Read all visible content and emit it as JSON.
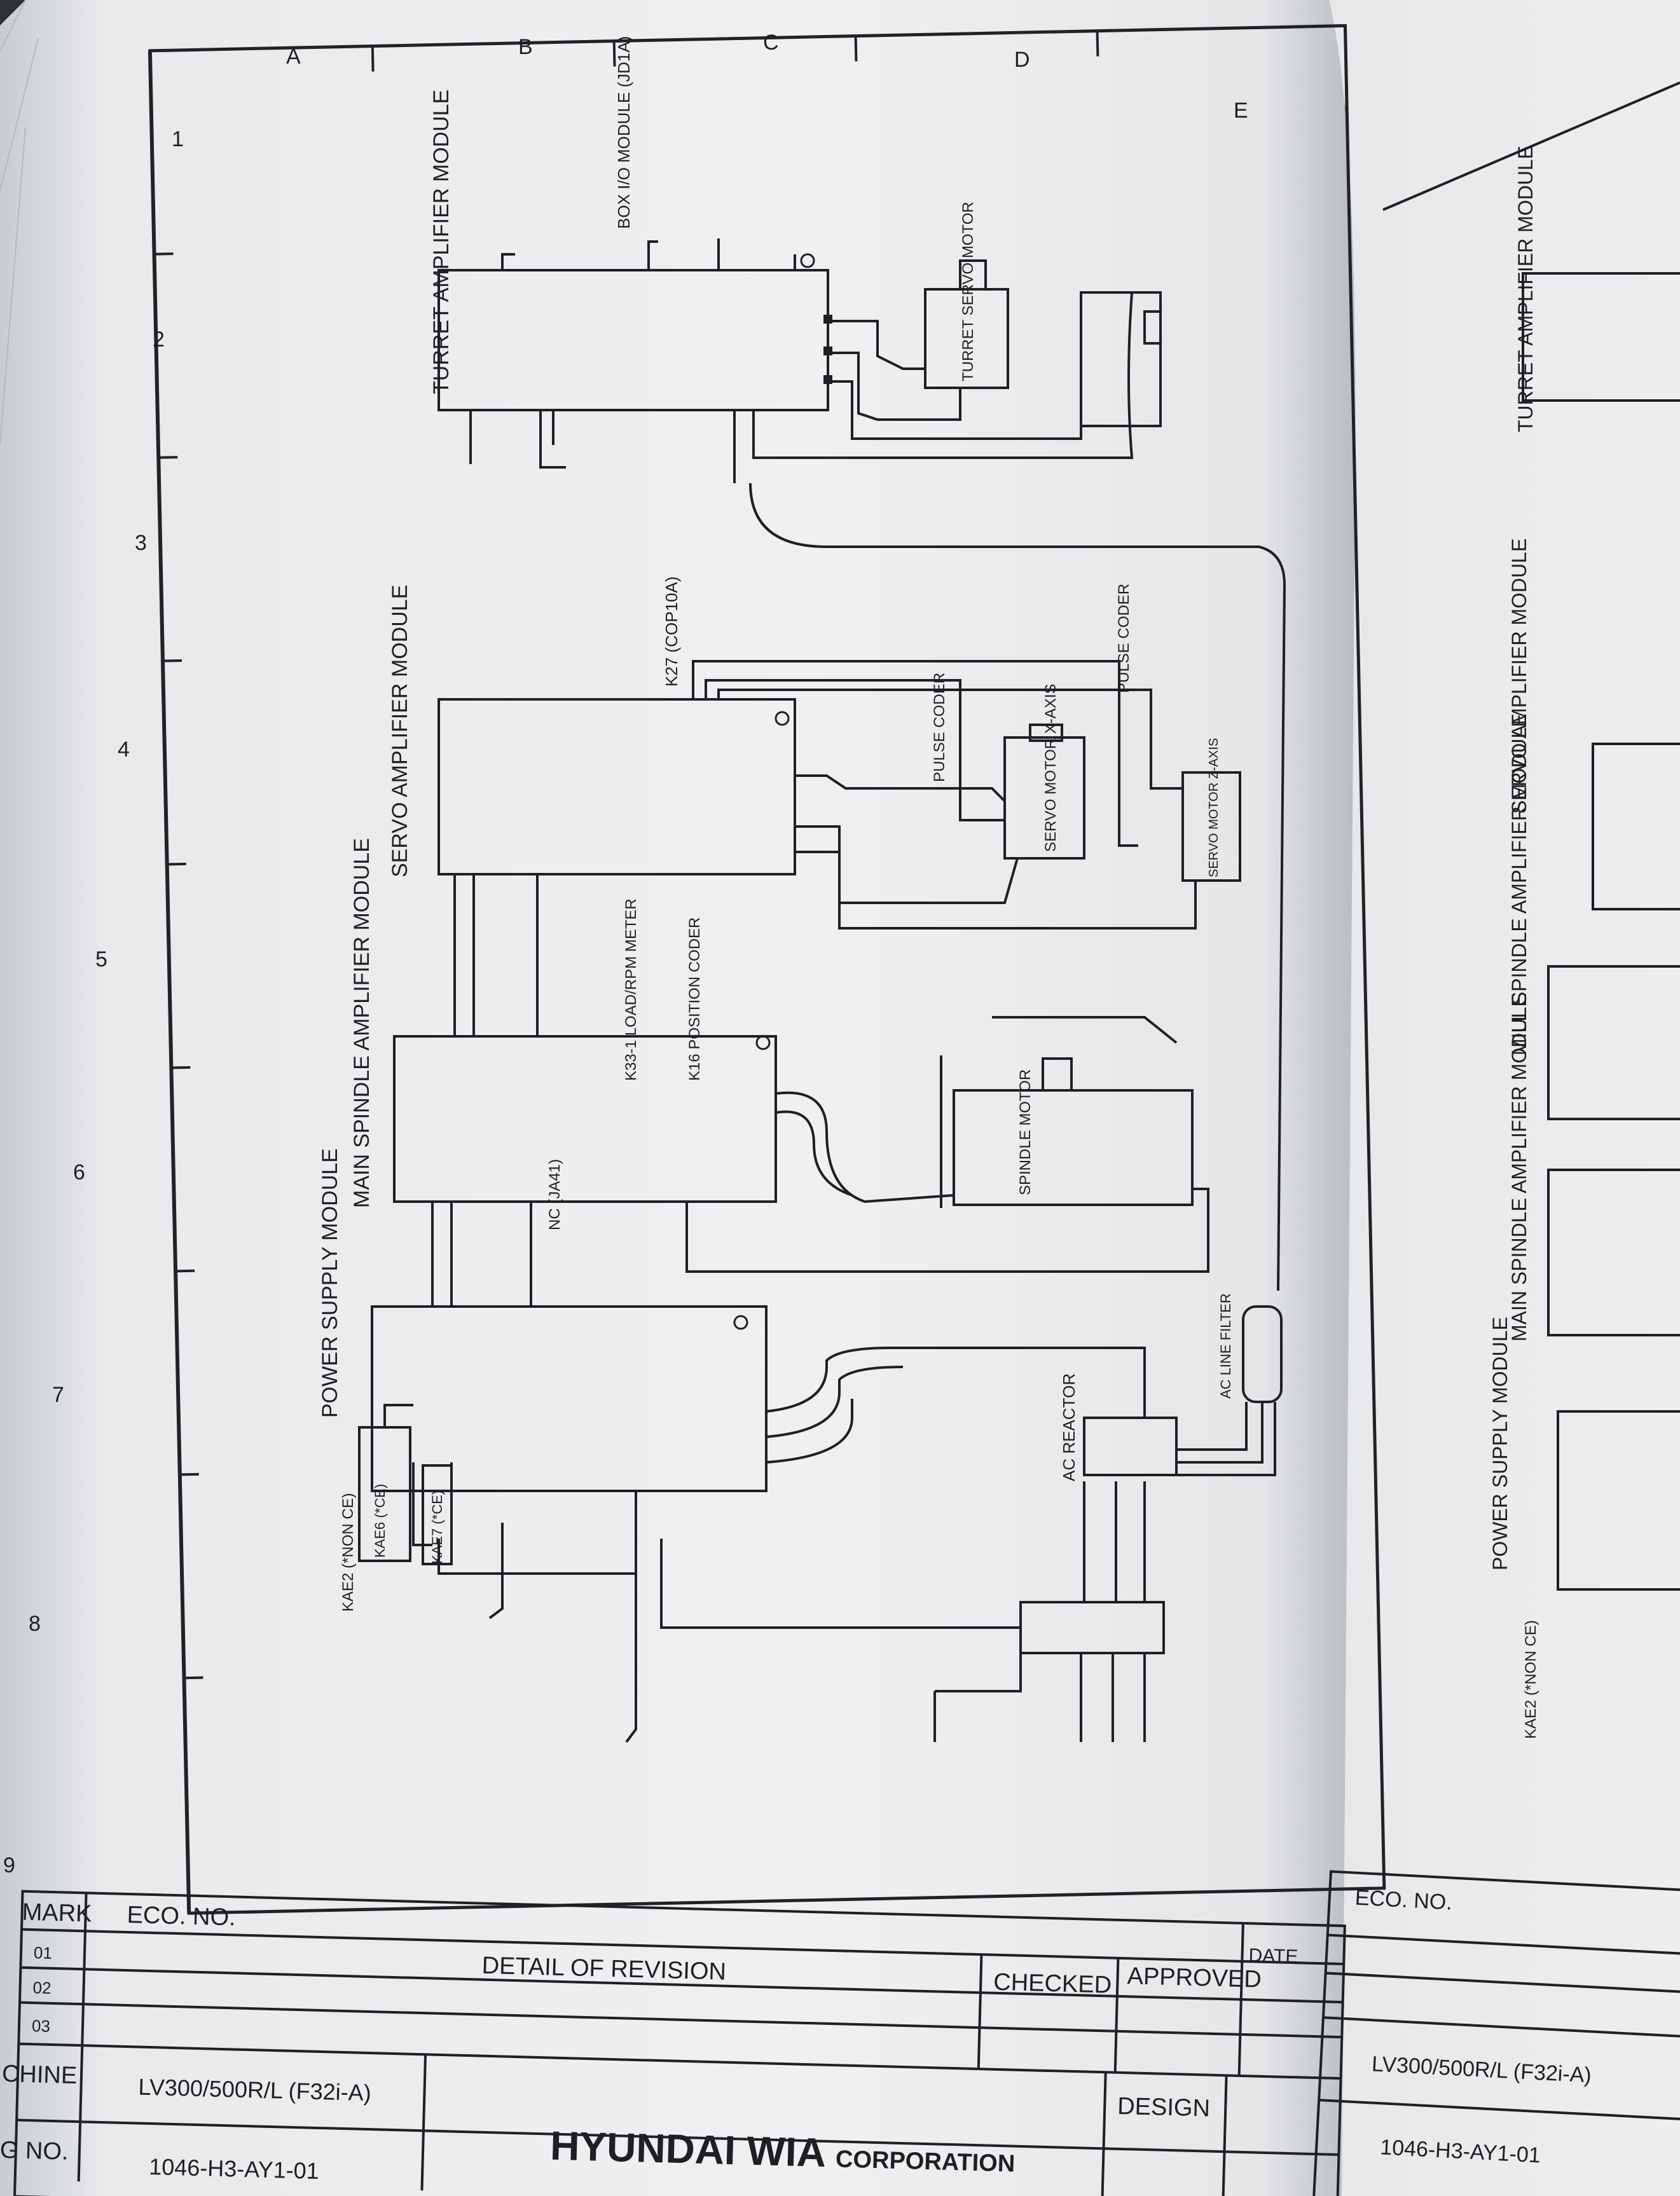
{
  "zones": [
    "A",
    "B",
    "C",
    "D",
    "E"
  ],
  "rows": [
    "1",
    "2",
    "3",
    "4",
    "5",
    "6",
    "7",
    "8",
    "9"
  ],
  "modules": {
    "turret_amp": "TURRET AMPLIFIER MODULE",
    "servo_amp": "SERVO AMPLIFIER MODULE",
    "main_spindle_amp": "MAIN SPINDLE AMPLIFIER MODULE",
    "power_supply": "POWER SUPPLY MODULE",
    "mill_spindle_amp": "MILL SPINDLE AMPLIFIER MODULE"
  },
  "labels": {
    "box_io": "BOX I/O MODULE (JD1A)",
    "turret_servo_motor": "TURRET SERVO MOTOR",
    "servo_motor_x": "SERVO MOTOR X-AXIS",
    "servo_motor_z": "SERVO MOTOR Z-AXIS",
    "spindle_motor": "SPINDLE MOTOR",
    "pulse_coder": "PULSE CODER",
    "load_meter": "K33-1 LOAD/RPM METER",
    "position_coder": "K16 POSITION CODER",
    "ac_reactor": "AC REACTOR",
    "ac_line_filter": "AC LINE FILTER",
    "k27": "K27 (COP10A)",
    "nc_ja41": "NC (JA41)",
    "kae2_box": "KAE2 (*NON CE)",
    "kae6": "KAE6 (*CE)",
    "kae7": "KAE7 (*CE)"
  },
  "title_block": {
    "mark": "MARK",
    "eco_no": "ECO. NO.",
    "detail_of_revision": "DETAIL OF REVISION",
    "checked": "CHECKED",
    "approved": "APPROVED",
    "date": "DATE",
    "design": "DESIGN",
    "machine": "CHINE",
    "machine_value": "LV300/500R/L (F32i-A)",
    "drawing_no": "G NO.",
    "drawing_no_value": "1046-H3-AY1-01",
    "company": "HYUNDAI WIA",
    "company_suffix": "CORPORATION",
    "revisions": [
      "01",
      "02",
      "03"
    ]
  },
  "right_page": {
    "eco_no": "ECO. NO.",
    "machine_value": "LV300/500R/L (F32i-A)",
    "drawing_no_value": "1046-H3-AY1-01"
  }
}
